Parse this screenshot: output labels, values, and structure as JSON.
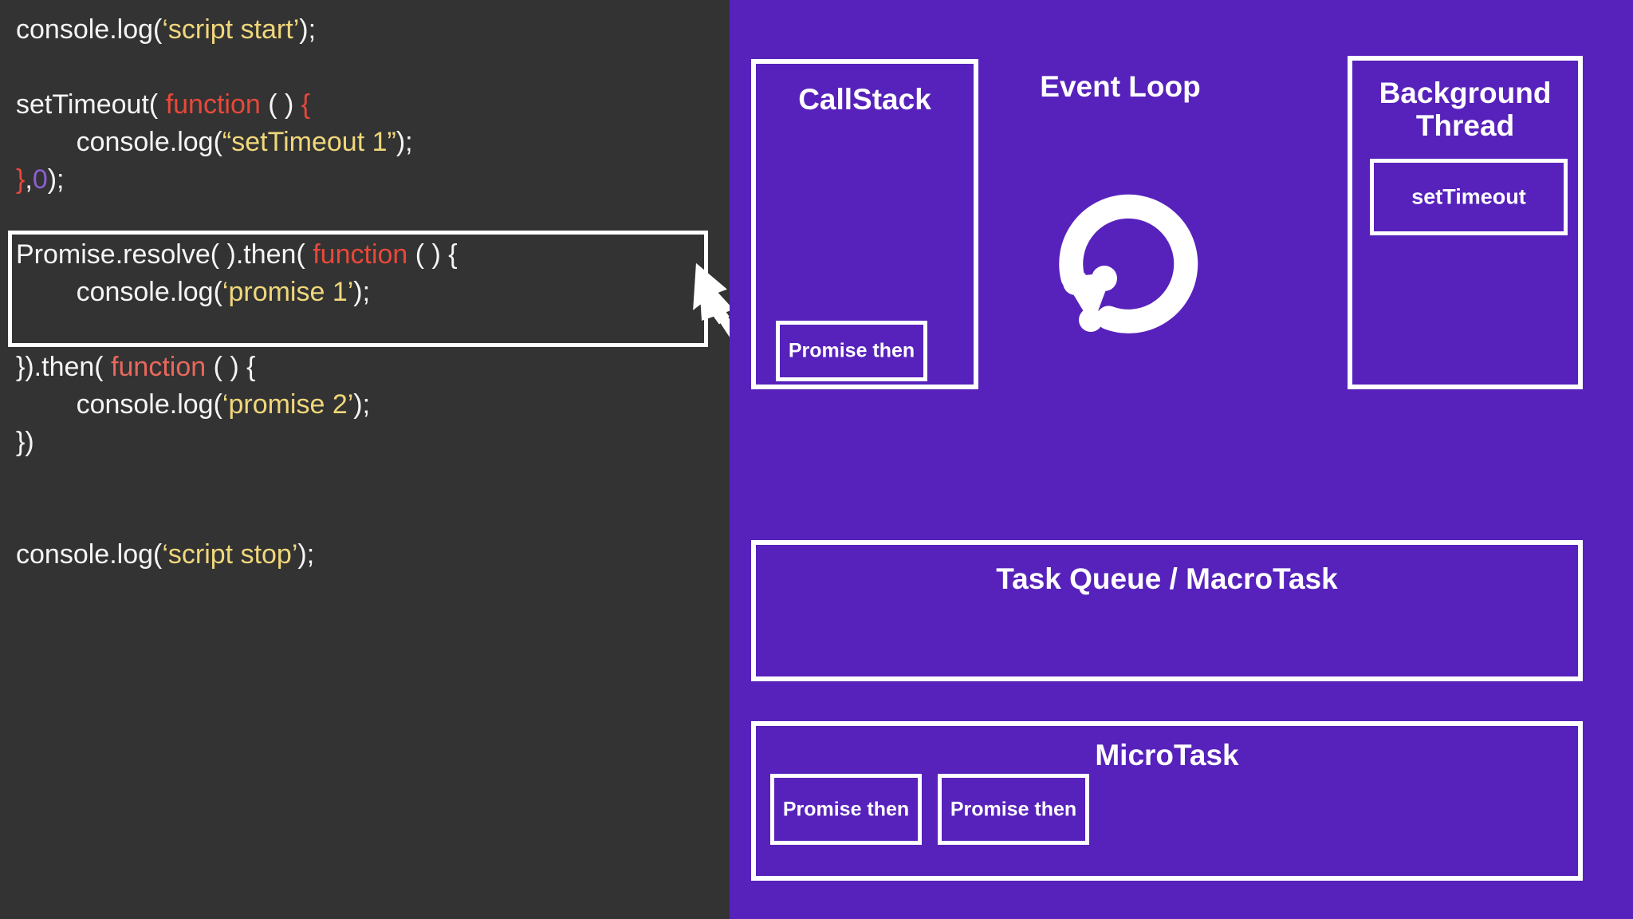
{
  "theme": {
    "code_background": "#333333",
    "diagram_background": "#5722bb",
    "border_color": "#ffffff",
    "text_color": "#ffffff",
    "code_plain": "#f5f5f5",
    "code_string": "#f0d77b",
    "code_keyword": "#e8483a",
    "code_number": "#8b5fd0"
  },
  "code": {
    "lines": [
      {
        "id": "l1",
        "segments": [
          {
            "text": "console.log(",
            "type": "plain"
          },
          {
            "text": "‘script start’",
            "type": "string"
          },
          {
            "text": ");",
            "type": "plain"
          }
        ]
      },
      {
        "id": "l2",
        "segments": []
      },
      {
        "id": "l3",
        "segments": [
          {
            "text": "setTimeout( ",
            "type": "plain"
          },
          {
            "text": "function",
            "type": "keyword"
          },
          {
            "text": " ( ) ",
            "type": "plain"
          },
          {
            "text": "{",
            "type": "brace"
          }
        ]
      },
      {
        "id": "l4",
        "segments": [
          {
            "text": "        console.log(",
            "type": "plain"
          },
          {
            "text": "“setTimeout 1”",
            "type": "string"
          },
          {
            "text": ");",
            "type": "plain"
          }
        ]
      },
      {
        "id": "l5",
        "segments": [
          {
            "text": "}",
            "type": "brace"
          },
          {
            "text": ",",
            "type": "plain"
          },
          {
            "text": "0",
            "type": "number"
          },
          {
            "text": ");",
            "type": "plain"
          }
        ]
      },
      {
        "id": "l6",
        "segments": []
      },
      {
        "id": "l7",
        "segments": [
          {
            "text": "Promise.resolve( ).then( ",
            "type": "plain"
          },
          {
            "text": "function",
            "type": "keyword"
          },
          {
            "text": " ( ) {",
            "type": "plain"
          }
        ]
      },
      {
        "id": "l8",
        "segments": [
          {
            "text": "        console.log(",
            "type": "plain"
          },
          {
            "text": "‘promise 1’",
            "type": "string"
          },
          {
            "text": ");",
            "type": "plain"
          }
        ]
      },
      {
        "id": "l9",
        "segments": []
      },
      {
        "id": "l10",
        "segments": [
          {
            "text": "}).then( ",
            "type": "plain"
          },
          {
            "text": "function",
            "type": "keyword2"
          },
          {
            "text": " ( ) {",
            "type": "plain"
          }
        ]
      },
      {
        "id": "l11",
        "segments": [
          {
            "text": "        console.log(",
            "type": "plain"
          },
          {
            "text": "‘promise 2’",
            "type": "string"
          },
          {
            "text": ");",
            "type": "plain"
          }
        ]
      },
      {
        "id": "l12",
        "segments": [
          {
            "text": "})",
            "type": "plain"
          }
        ]
      },
      {
        "id": "l13",
        "segments": []
      },
      {
        "id": "l14",
        "segments": []
      },
      {
        "id": "l15",
        "segments": [
          {
            "text": "console.log(",
            "type": "plain"
          },
          {
            "text": "‘script stop’",
            "type": "string"
          },
          {
            "text": ");",
            "type": "plain"
          }
        ]
      }
    ],
    "highlight_note": "Promise.resolve().then block highlighted"
  },
  "diagram": {
    "callstack": {
      "title": "CallStack",
      "frames": [
        "Promise then"
      ]
    },
    "event_loop": {
      "title": "Event Loop",
      "icon": "circular-refresh-arrow-icon"
    },
    "background_thread": {
      "title": "Background\nThread",
      "title_line1": "Background",
      "title_line2": "Thread",
      "frames": [
        "setTimeout"
      ]
    },
    "task_queue": {
      "title": "Task Queue / MacroTask",
      "frames": []
    },
    "microtask": {
      "title": "MicroTask",
      "frames": [
        "Promise then",
        "Promise then"
      ]
    }
  }
}
